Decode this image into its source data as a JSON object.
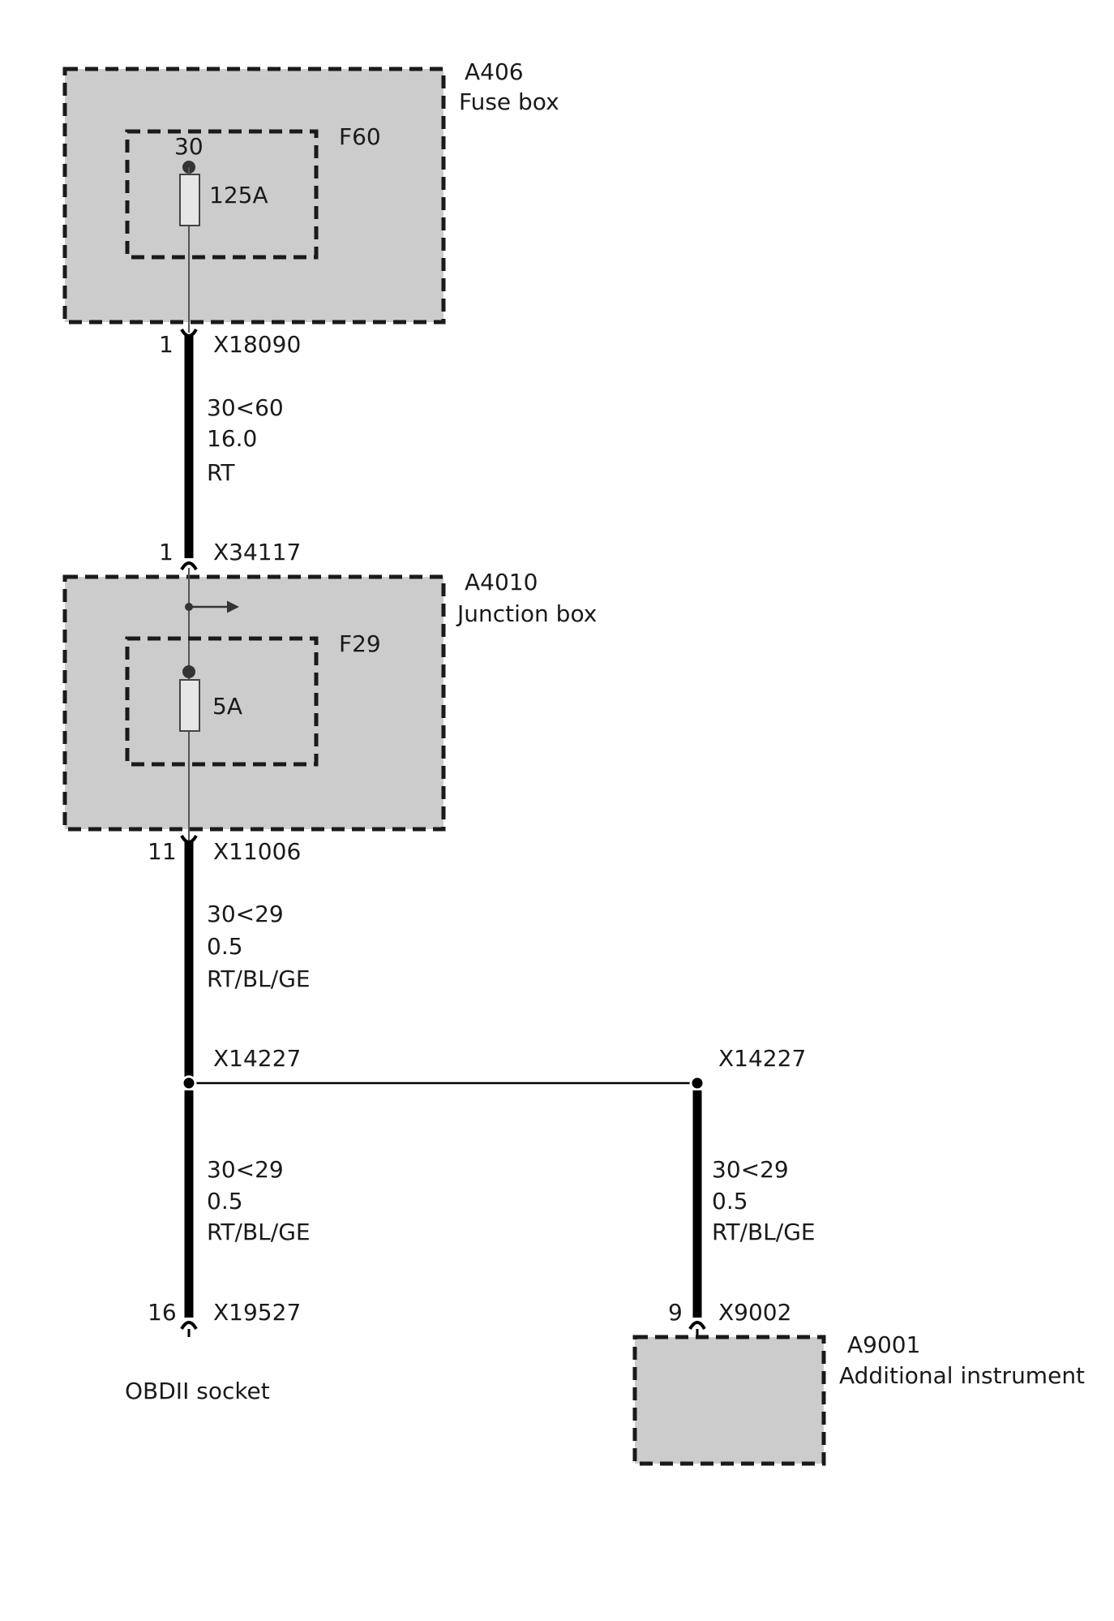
{
  "components": {
    "a406": {
      "id": "A406",
      "name": "Fuse box"
    },
    "f60": {
      "id": "F60",
      "pin": "30",
      "rating": "125A"
    },
    "a4010": {
      "id": "A4010",
      "name": "Junction box"
    },
    "f29": {
      "id": "F29",
      "rating": "5A"
    },
    "a9001": {
      "id": "A9001",
      "name": "Additional instrument"
    },
    "obd": {
      "name": "OBDII socket"
    }
  },
  "connectors": {
    "x18090": {
      "pin": "1",
      "id": "X18090"
    },
    "x34117": {
      "pin": "1",
      "id": "X34117"
    },
    "x11006": {
      "pin": "11",
      "id": "X11006"
    },
    "x14227_left": {
      "id": "X14227"
    },
    "x14227_right": {
      "id": "X14227"
    },
    "x19527": {
      "pin": "16",
      "id": "X19527"
    },
    "x9002": {
      "pin": "9",
      "id": "X9002"
    }
  },
  "wires": {
    "w1": {
      "signal": "30<60",
      "cross_section": "16.0",
      "color": "RT"
    },
    "w2": {
      "signal": "30<29",
      "cross_section": "0.5",
      "color": "RT/BL/GE"
    },
    "w3": {
      "signal": "30<29",
      "cross_section": "0.5",
      "color": "RT/BL/GE"
    },
    "w4": {
      "signal": "30<29",
      "cross_section": "0.5",
      "color": "RT/BL/GE"
    }
  }
}
